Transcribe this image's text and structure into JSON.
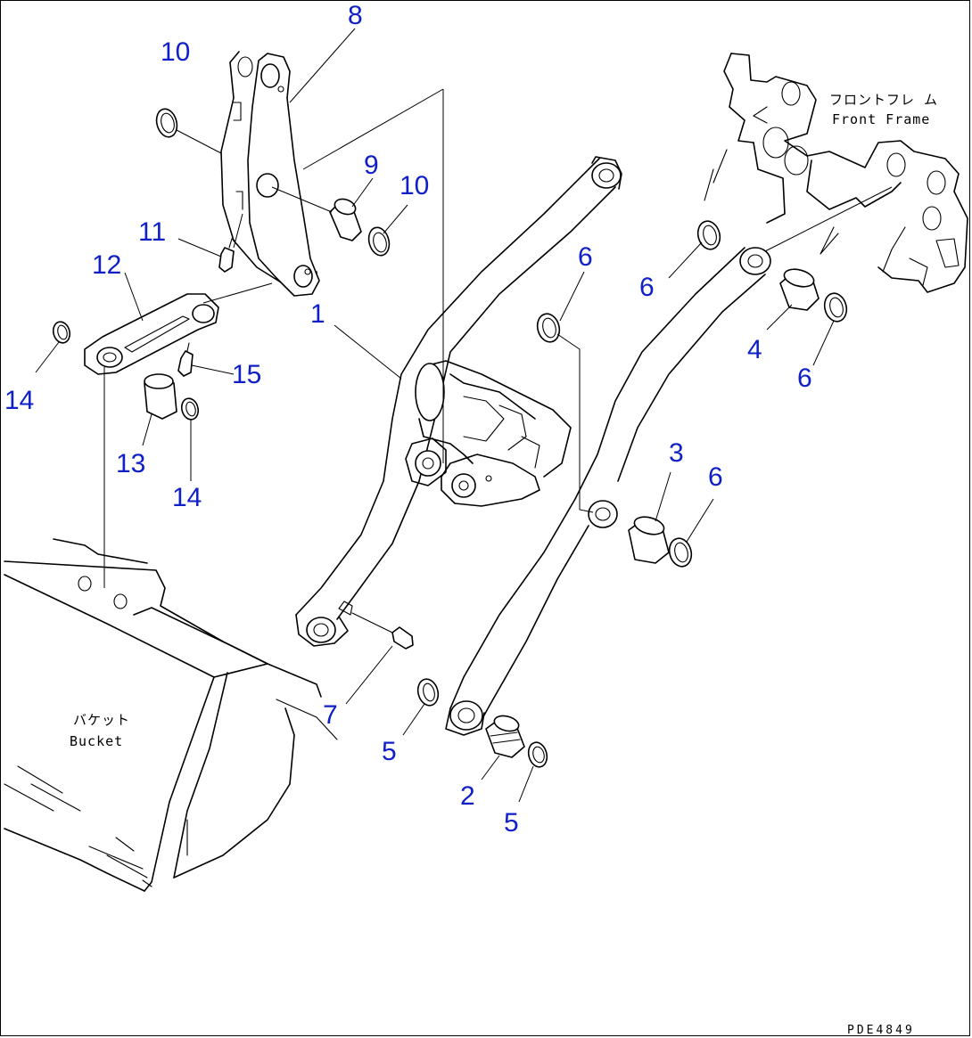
{
  "callouts": [
    {
      "id": "c1",
      "label": "1"
    },
    {
      "id": "c2",
      "label": "2"
    },
    {
      "id": "c3",
      "label": "3"
    },
    {
      "id": "c4",
      "label": "4"
    },
    {
      "id": "c5a",
      "label": "5"
    },
    {
      "id": "c5b",
      "label": "5"
    },
    {
      "id": "c6a",
      "label": "6"
    },
    {
      "id": "c6b",
      "label": "6"
    },
    {
      "id": "c6c",
      "label": "6"
    },
    {
      "id": "c6d",
      "label": "6"
    },
    {
      "id": "c7",
      "label": "7"
    },
    {
      "id": "c8",
      "label": "8"
    },
    {
      "id": "c9",
      "label": "9"
    },
    {
      "id": "c10a",
      "label": "10"
    },
    {
      "id": "c10b",
      "label": "10"
    },
    {
      "id": "c11",
      "label": "11"
    },
    {
      "id": "c12",
      "label": "12"
    },
    {
      "id": "c13",
      "label": "13"
    },
    {
      "id": "c14a",
      "label": "14"
    },
    {
      "id": "c14b",
      "label": "14"
    },
    {
      "id": "c15",
      "label": "15"
    }
  ],
  "labels": {
    "front_frame_jp": "フロントフレ ム",
    "front_frame_en": "Front Frame",
    "bucket_jp": "バケット",
    "bucket_en": "Bucket"
  },
  "drawing_code": "PDE4849",
  "colors": {
    "callout": "#1020c8",
    "line": "#000000",
    "background": "#ffffff"
  }
}
